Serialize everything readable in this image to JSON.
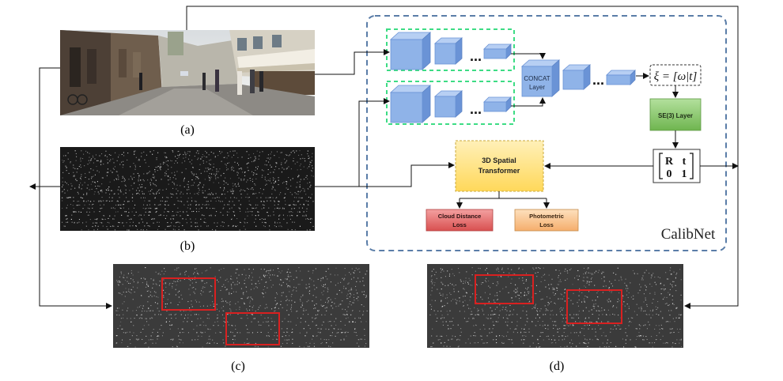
{
  "captions": {
    "a": "(a)",
    "b": "(b)",
    "c": "(c)",
    "d": "(d)"
  },
  "network": {
    "concat_line1": "CONCAT",
    "concat_line2": "Layer",
    "xi_label": "ξ = [ω|t]",
    "se3_label": "SE(3) Layer",
    "matrix_r": "R",
    "matrix_t": "t",
    "matrix_0": "0",
    "matrix_1": "1",
    "spatial_line1": "3D Spatial",
    "spatial_line2": "Transformer",
    "cloud_line1": "Cloud Distance",
    "cloud_line2": "Loss",
    "photo_line1": "Photometric",
    "photo_line2": "Loss",
    "title": "CalibNet"
  },
  "colors": {
    "frame_dash": "#5a7da8",
    "branch_dash": "#3ddc84",
    "block_face": "#8fb3e8",
    "block_top": "#b7cff3",
    "block_side": "#6a93d6",
    "se3_fill": "#86c66a",
    "spatial_fill": "#ffe27a",
    "cloud_fill": "#e36b6b",
    "photo_fill": "#f8c28a",
    "highlight_red": "#d92020"
  }
}
